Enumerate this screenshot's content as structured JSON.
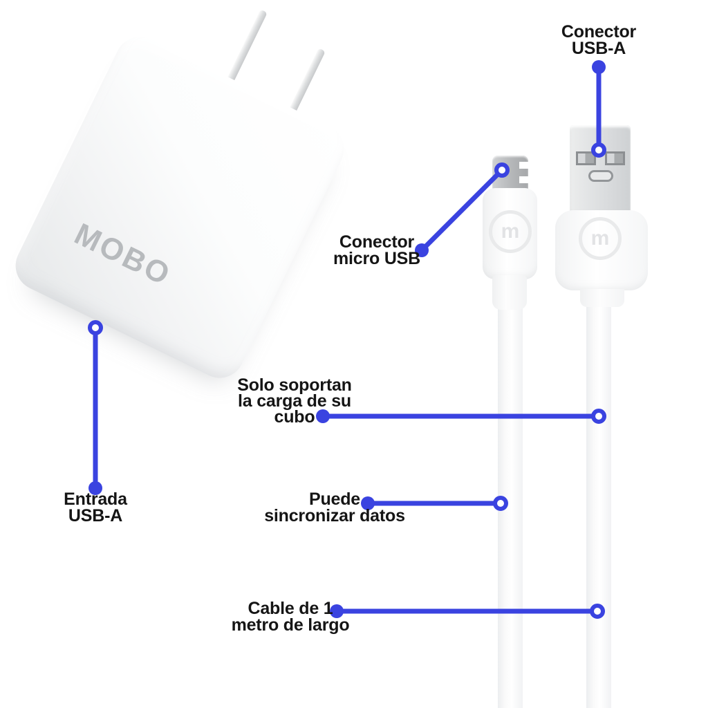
{
  "colors": {
    "accent": "#3a43e0",
    "text": "#151515",
    "brand": "#b7babd"
  },
  "product": {
    "brand": "MOBO",
    "connector_monogram": "m"
  },
  "callouts": {
    "usb_a_connector": {
      "lines": [
        "Conector",
        "USB-A"
      ]
    },
    "micro_usb_connector": {
      "lines": [
        "Conector",
        "micro USB"
      ]
    },
    "charge_only": {
      "lines": [
        "Solo soportan",
        "la carga de su",
        "cubo"
      ]
    },
    "usb_a_input": {
      "lines": [
        "Entrada",
        "USB-A"
      ]
    },
    "sync_data": {
      "lines": [
        "Puede",
        "sincronizar datos"
      ]
    },
    "cable_length": {
      "lines": [
        "Cable de 1",
        "metro de largo"
      ]
    }
  }
}
